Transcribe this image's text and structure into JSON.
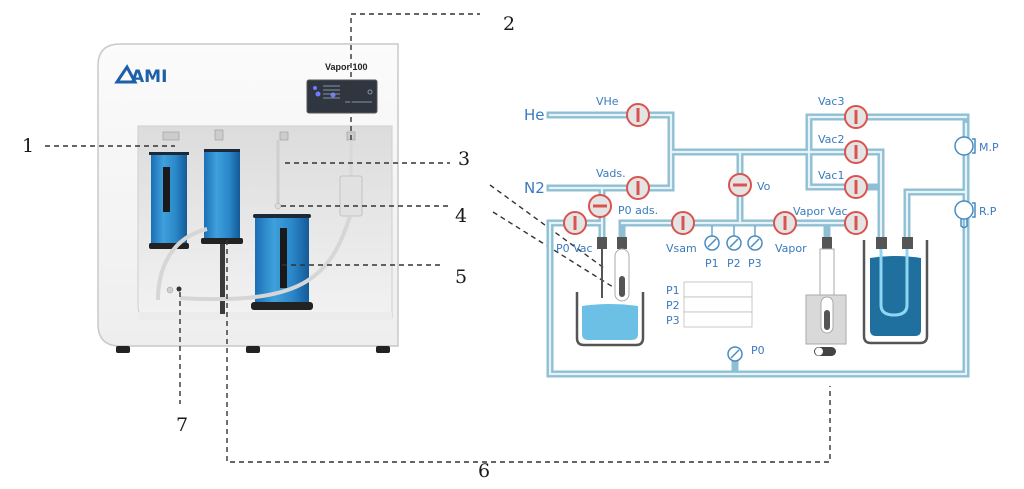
{
  "figure": {
    "instrument": {
      "brand_logo": "AMI",
      "model_label": "Vapor 100"
    },
    "callouts": [
      {
        "id": "1",
        "label": "1"
      },
      {
        "id": "2",
        "label": "2"
      },
      {
        "id": "3",
        "label": "3"
      },
      {
        "id": "4",
        "label": "4"
      },
      {
        "id": "5",
        "label": "5"
      },
      {
        "id": "6",
        "label": "6"
      },
      {
        "id": "7",
        "label": "7"
      }
    ],
    "schematic": {
      "gas_inlets": [
        "He",
        "N2"
      ],
      "valves": [
        {
          "name": "VHe",
          "state": "open"
        },
        {
          "name": "Vads.",
          "state": "open"
        },
        {
          "name": "P0 ads.",
          "state": "closed"
        },
        {
          "name": "P0 Vac",
          "state": "open"
        },
        {
          "name": "Vsam",
          "state": "open"
        },
        {
          "name": "Vo",
          "state": "closed"
        },
        {
          "name": "Vapor",
          "state": "open"
        },
        {
          "name": "Vapor Vac",
          "state": "open"
        },
        {
          "name": "Vac1",
          "state": "open"
        },
        {
          "name": "Vac2",
          "state": "open"
        },
        {
          "name": "Vac3",
          "state": "open"
        }
      ],
      "gauges": [
        "P1",
        "P2",
        "P3",
        "P0"
      ],
      "pressure_readouts": [
        {
          "label": "P1",
          "value": ""
        },
        {
          "label": "P2",
          "value": ""
        },
        {
          "label": "P3",
          "value": ""
        }
      ],
      "pumps": [
        "M.P",
        "R.P"
      ],
      "colors": {
        "pipe": "#8fbfd3",
        "valve_ring": "#d9534f",
        "valve_fill": "#e4e4e4",
        "label_text": "#3a7bbd",
        "dewar_liquid": "#6cc0e6",
        "cold_trap_liquid": "#1f6f9f"
      }
    }
  }
}
